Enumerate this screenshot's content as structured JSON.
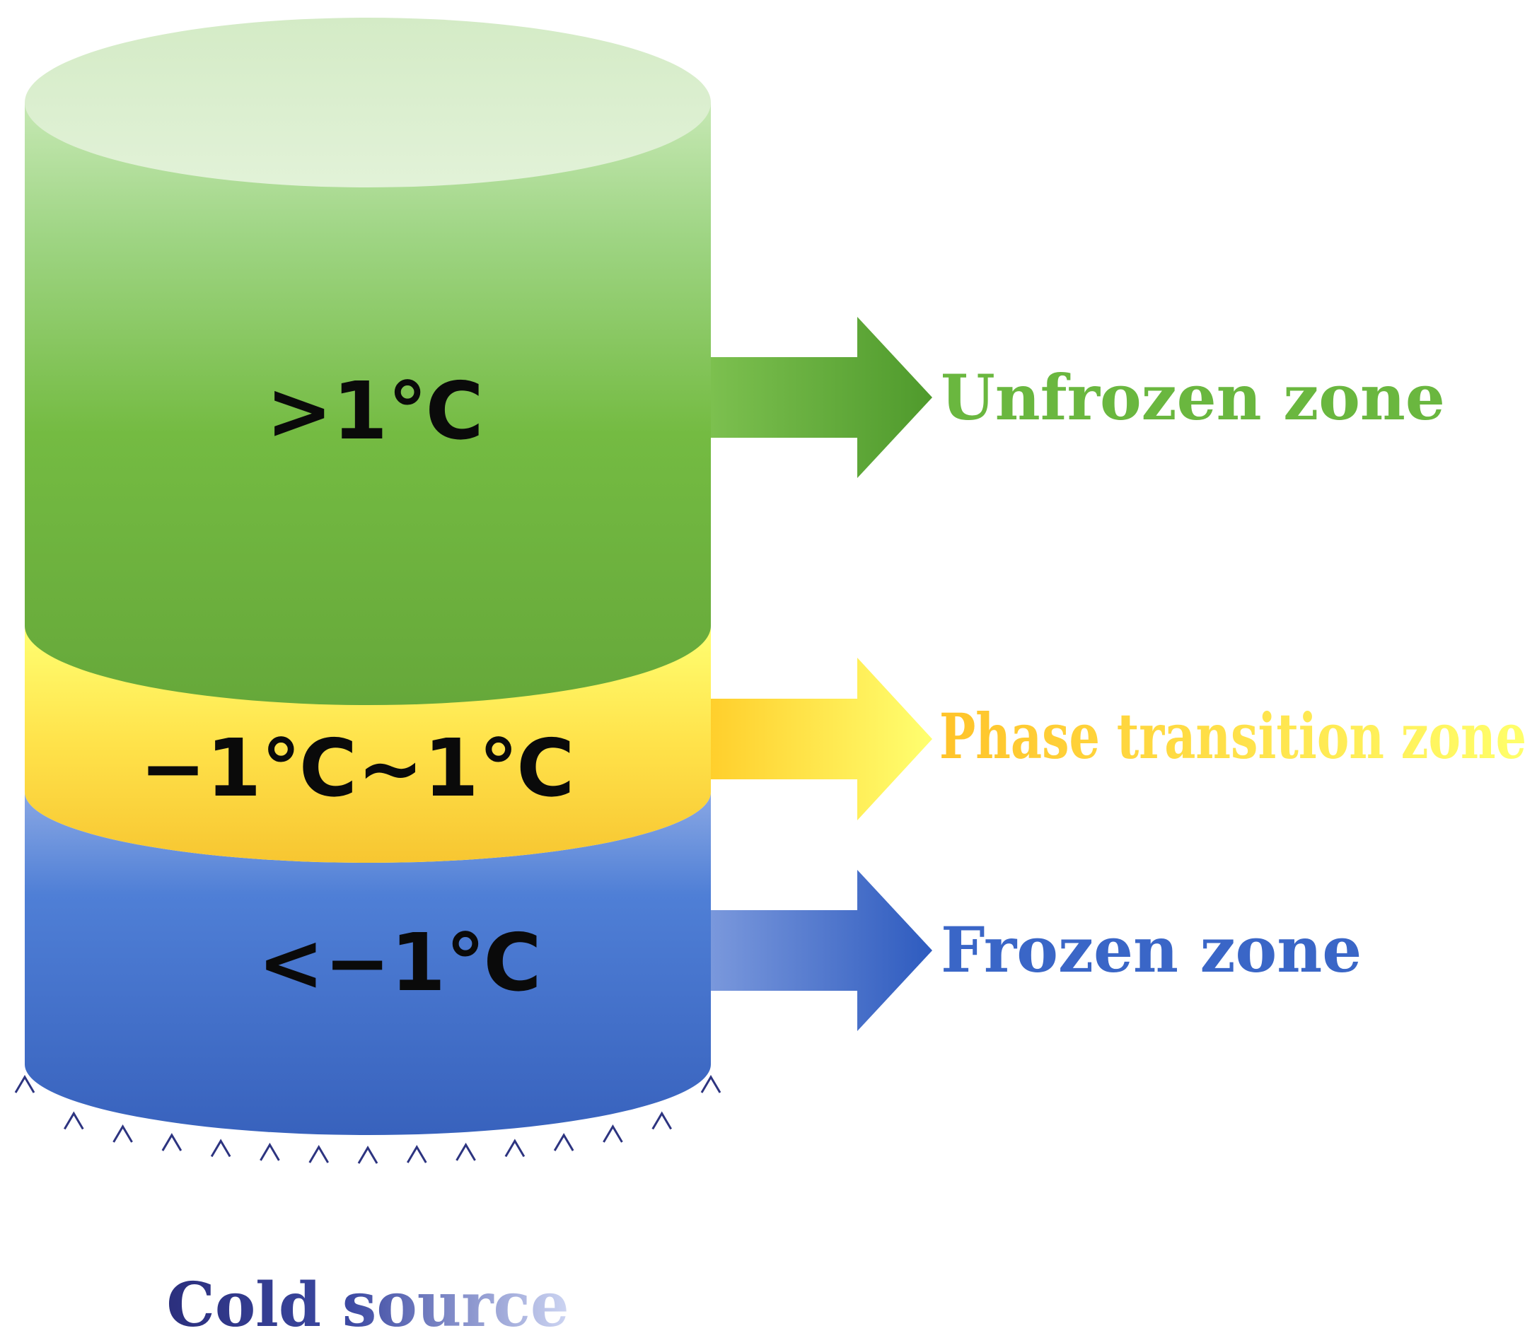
{
  "layers": [
    {
      "id": "unfrozen",
      "temperature": ">1℃",
      "zone": "Unfrozen zone",
      "color": "#6db33f"
    },
    {
      "id": "transition",
      "temperature": "−1℃~1℃",
      "zone": "Phase transition zone",
      "color": "#ffd43b"
    },
    {
      "id": "frozen",
      "temperature": "<−1℃",
      "zone": "Frozen zone",
      "color": "#3f6fcf"
    }
  ],
  "cold_source": {
    "label": "Cold source",
    "color": "#2e3a8c"
  }
}
